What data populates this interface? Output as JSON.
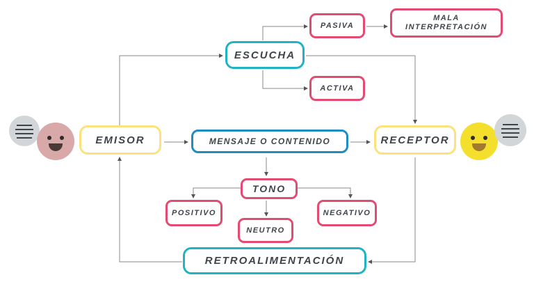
{
  "nodes": {
    "emisor": "EMISOR",
    "receptor": "RECEPTOR",
    "mensaje": "MENSAJE O CONTENIDO",
    "escucha": "ESCUCHA",
    "pasiva": "PASIVA",
    "mala_line1": "MALA",
    "mala_line2": "INTERPRETACIÓN",
    "activa": "ACTIVA",
    "tono": "TONO",
    "positivo": "POSITIVO",
    "neutro": "NEUTRO",
    "negativo": "NEGATIVO",
    "retro": "RETROALIMENTACIÓN"
  },
  "colors": {
    "yellow_border": "#fbe27e",
    "teal_border": "#20b3c4",
    "blue_border": "#1f8cc4",
    "pink_border": "#e44b72",
    "emisor_face": "#d9a9a9",
    "receptor_face": "#f4df2c",
    "bubble": "#d3d6d8"
  },
  "icons": [
    "speech-bubble-icon",
    "smiley-face-icon"
  ]
}
